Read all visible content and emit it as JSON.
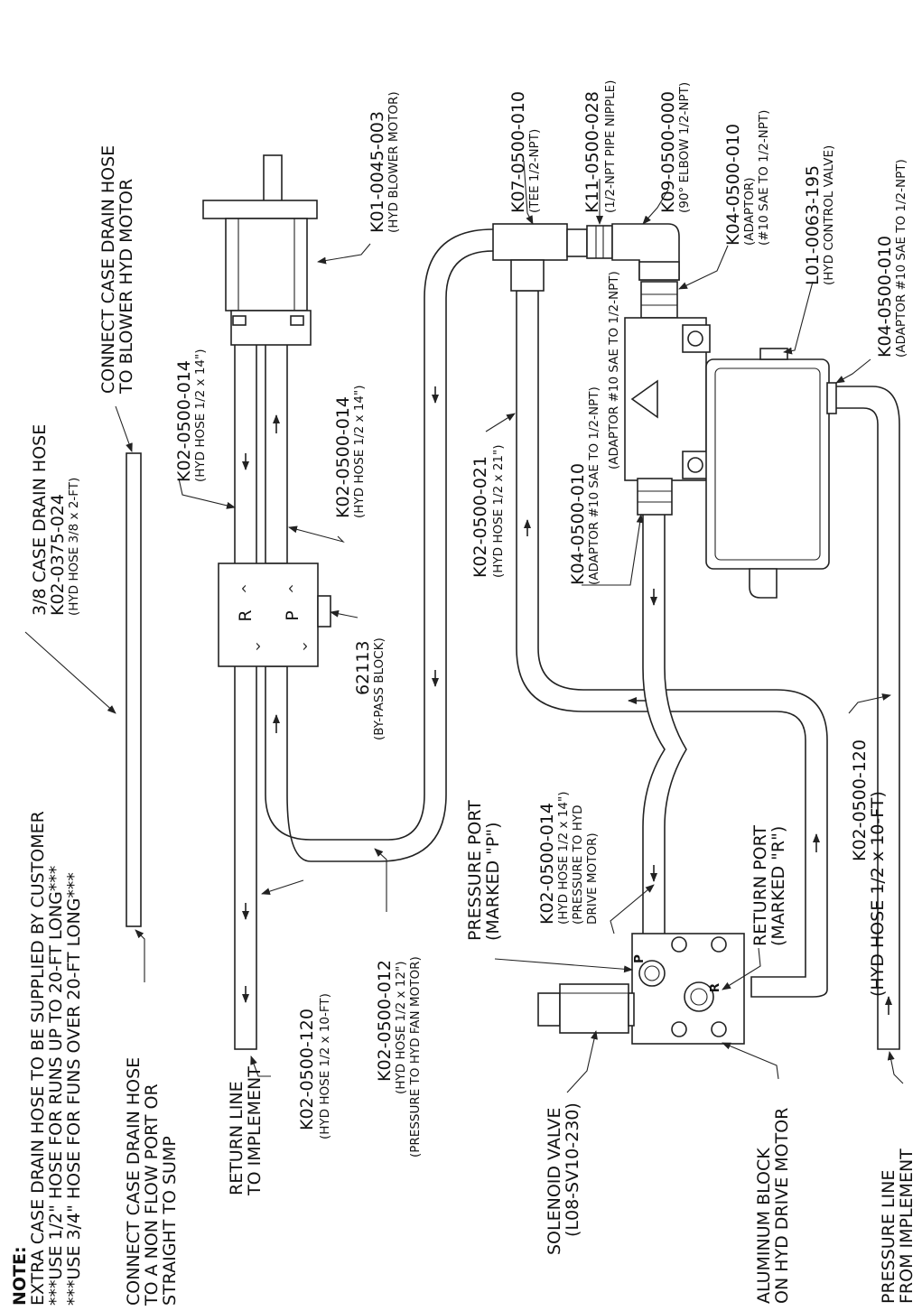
{
  "note": {
    "heading": "NOTE:",
    "line1": "EXTRA  CASE DRAIN HOSE TO BE SUPPLIED BY CUSTOMER",
    "line2": "***USE 1/2\" HOSE FOR RUNS UP TO 20-FT LONG***",
    "line3": "***USE 3/4\" HOSE FOR FUNS OVER 20-FT LONG***"
  },
  "case_drain_hose": {
    "title": "3/8 CASE DRAIN HOSE",
    "part": "K02-0375-024",
    "desc": "(HYD HOSE 3/8 x 2-FT)"
  },
  "connect_case_drain_motor": {
    "line1": "CONNECT CASE DRAIN HOSE",
    "line2": "TO BLOWER HYD MOTOR"
  },
  "connect_case_drain_sump": {
    "line1": "CONNECT CASE DRAIN HOSE",
    "line2": "TO A NON FLOW PORT OR",
    "line3": "STRAIGHT TO SUMP"
  },
  "return_line": {
    "line1": "RETURN LINE",
    "line2": "TO IMPLEMENT"
  },
  "hose_return_10ft": {
    "part": "K02-0500-120",
    "desc": "(HYD HOSE 1/2 x 10-FT)"
  },
  "hose_fan_12": {
    "part": "K02-0500-012",
    "desc": "(HYD HOSE 1/2 x 12\")",
    "desc2": "(PRESSURE TO HYD FAN MOTOR)"
  },
  "solenoid_valve": {
    "title": "SOLENOID VALVE",
    "part": "(L08-SV10-230)"
  },
  "aluminum_block": {
    "line1": "ALUMINUM BLOCK",
    "line2": "ON HYD DRIVE MOTOR"
  },
  "pressure_line": {
    "line1": "PRESSURE LINE",
    "line2": "FROM IMPLEMENT"
  },
  "hose_pressure_10ft": {
    "part": "K02-0500-120",
    "desc": "(HYD HOSE 1/2 x 10-FT)"
  },
  "return_port": {
    "line1": "RETURN PORT",
    "line2": "(MARKED \"R\")"
  },
  "pressure_port": {
    "line1": "PRESSURE PORT",
    "line2": "(MARKED \"P\")"
  },
  "hose_drive_14": {
    "part": "K02-0500-014",
    "desc": "(HYD HOSE 1/2 x 14\")",
    "desc2": "(PRESSURE TO HYD",
    "desc3": "DRIVE MOTOR)"
  },
  "bypass_block": {
    "part": "62113",
    "desc": "(BY-PASS BLOCK)",
    "label_r": "R",
    "label_p": "P"
  },
  "hose_upper_14": {
    "part": "K02-0500-014",
    "desc": "(HYD HOSE 1/2 x 14\")"
  },
  "hose_lower_14": {
    "part": "K02-0500-014",
    "desc": "(HYD HOSE 1/2 x 14\")"
  },
  "blower_motor": {
    "part": "K01-0045-003",
    "desc": "(HYD BLOWER MOTOR)"
  },
  "hose_21": {
    "part": "K02-0500-021",
    "desc": "(HYD HOSE 1/2 x 21\")"
  },
  "adaptor_mid": {
    "part": "K04-0500-010",
    "desc": "(ADAPTOR #10 SAE TO 1/2-NPT)"
  },
  "adaptor_side": "(ADAPTOR #10 SAE TO 1/2-NPT)",
  "tee": {
    "part": "K07-0500-010",
    "desc": "(TEE 1/2-NPT)"
  },
  "nipple": {
    "part": "K11-0500-028",
    "desc": "(1/2-NPT PIPE NIPPLE)"
  },
  "elbow": {
    "part": "K09-0500-000",
    "desc": "(90° ELBOW 1/2-NPT)"
  },
  "adaptor_top": {
    "part": "K04-0500-010",
    "desc1": "(ADAPTOR)",
    "desc2": "(#10 SAE TO 1/2-NPT)"
  },
  "control_valve": {
    "part": "L01-0063-195",
    "desc": "(HYD CONTROL VALVE)"
  },
  "adaptor_right": {
    "part": "K04-0500-010",
    "desc": "(ADAPTOR #10 SAE TO 1/2-NPT)"
  },
  "port_marks": {
    "p": "P",
    "r": "R"
  }
}
